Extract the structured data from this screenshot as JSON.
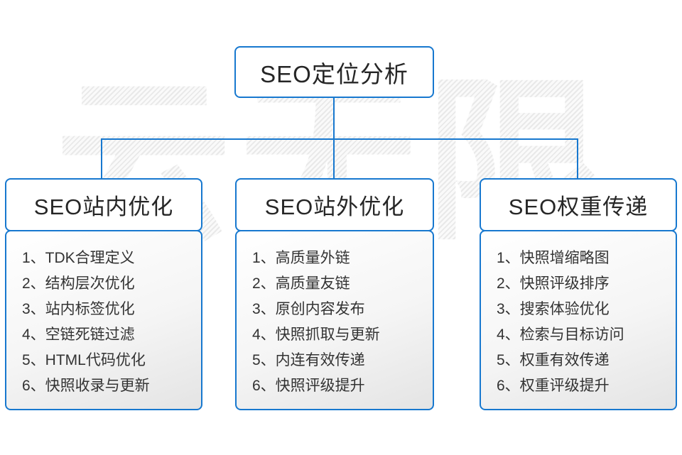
{
  "watermark": {
    "text": "云无限"
  },
  "root": {
    "title": "SEO定位分析"
  },
  "columns": [
    {
      "title": "SEO站内优化",
      "items": [
        "1、TDK合理定义",
        "2、结构层次优化",
        "3、站内标签优化",
        "4、空链死链过滤",
        "5、HTML代码优化",
        "6、快照收录与更新"
      ]
    },
    {
      "title": "SEO站外优化",
      "items": [
        "1、高质量外链",
        "2、高质量友链",
        "3、原创内容发布",
        "4、快照抓取与更新",
        "5、内连有效传递",
        "6、快照评级提升"
      ]
    },
    {
      "title": "SEO权重传递",
      "items": [
        "1、快照增缩略图",
        "2、快照评级排序",
        "3、搜索体验优化",
        "4、检索与目标访问",
        "5、权重有效传递",
        "6、权重评级提升"
      ]
    }
  ],
  "colors": {
    "accent_blue": "#1778cf",
    "text_dark": "#262626",
    "list_text": "#333333",
    "watermark_gray": "#ededed"
  }
}
